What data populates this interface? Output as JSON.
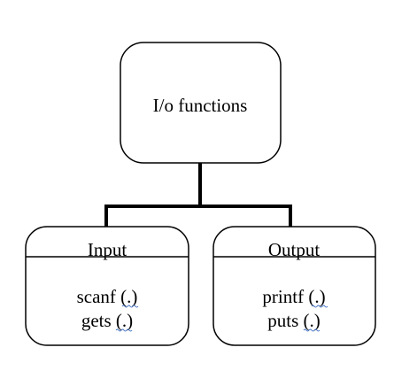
{
  "diagram": {
    "root": {
      "label": "I/o functions"
    },
    "children": [
      {
        "title": "Input",
        "items": [
          "scanf (.)",
          "gets (.)"
        ]
      },
      {
        "title": "Output",
        "items": [
          "printf (.)",
          "puts (.)"
        ]
      }
    ],
    "colors": {
      "stroke": "#000000",
      "fill": "#ffffff",
      "spellcheck_underline": "#4472c4"
    }
  }
}
